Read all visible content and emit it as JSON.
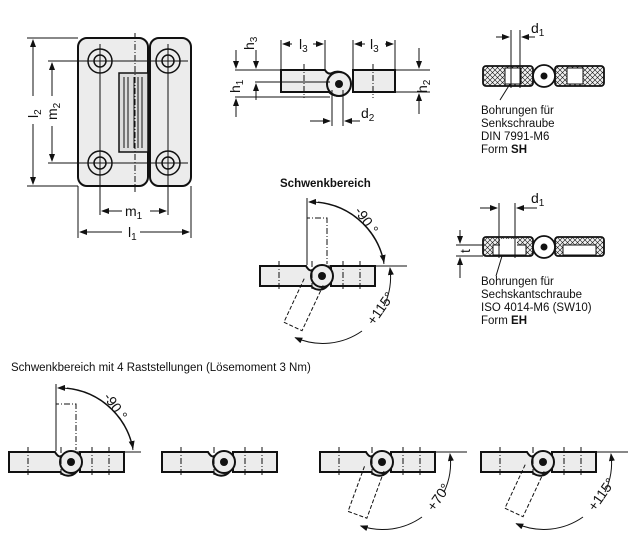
{
  "dimensions": {
    "l1": {
      "base": "l",
      "sub": "1"
    },
    "l2": {
      "base": "l",
      "sub": "2"
    },
    "l3": {
      "base": "l",
      "sub": "3"
    },
    "m1": {
      "base": "m",
      "sub": "1"
    },
    "m2": {
      "base": "m",
      "sub": "2"
    },
    "h1": {
      "base": "h",
      "sub": "1"
    },
    "h2": {
      "base": "h",
      "sub": "2"
    },
    "h3": {
      "base": "h",
      "sub": "3"
    },
    "d1": {
      "base": "d",
      "sub": "1"
    },
    "d2": {
      "base": "d",
      "sub": "2"
    },
    "t": "t"
  },
  "section_sh": {
    "lines": [
      "Bohrungen für",
      "Senkschraube",
      "DIN 7991-M6"
    ],
    "form_prefix": "Form ",
    "form_code": "SH"
  },
  "section_eh": {
    "lines": [
      "Bohrungen für",
      "Sechskantschraube",
      "ISO 4014-M6 (SW10)"
    ],
    "form_prefix": "Form ",
    "form_code": "EH"
  },
  "swing": {
    "title": "Schwenkbereich",
    "angle_up": "-90 °",
    "angle_down": "+115°"
  },
  "detent": {
    "caption": "Schwenkbereich mit 4 Raststellungen (Lösemoment 3 Nm)",
    "positions": [
      {
        "angle": "-90 °"
      },
      {
        "angle": ""
      },
      {
        "angle": "+70°"
      },
      {
        "angle": "+115°"
      }
    ]
  }
}
